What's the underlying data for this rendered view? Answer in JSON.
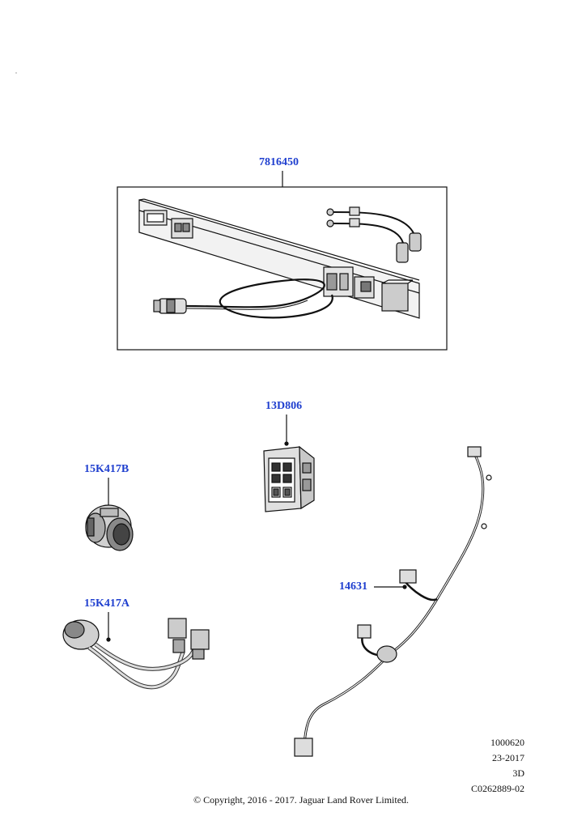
{
  "parts": [
    {
      "id": "kit",
      "number": "7816450"
    },
    {
      "id": "switch",
      "number": "13D806"
    },
    {
      "id": "socket",
      "number": "15K417B"
    },
    {
      "id": "adapter",
      "number": "15K417A"
    },
    {
      "id": "harness",
      "number": "14631"
    }
  ],
  "reference": {
    "line1": "1000620",
    "line2": "23-2017",
    "line3": "3D",
    "line4": "C0262889-02"
  },
  "copyright": "© Copyright, 2016 - 2017. Jaguar Land Rover Limited.",
  "colors": {
    "label": "#1f3fcf",
    "line": "#111111"
  }
}
